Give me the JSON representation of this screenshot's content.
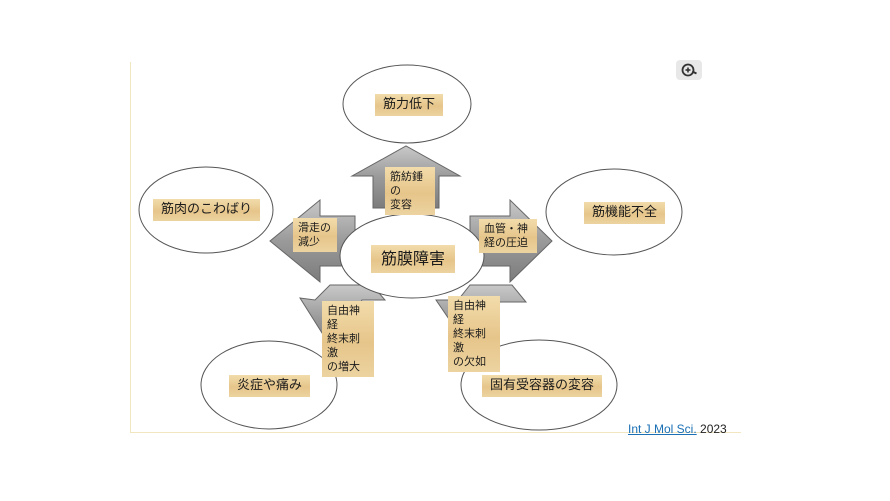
{
  "diagram": {
    "center": "筋膜障害",
    "outcomes": {
      "top": "筋力低下",
      "left": "筋肉のこわばり",
      "right": "筋機能不全",
      "bottom_left": "炎症や痛み",
      "bottom_right": "固有受容器の変容"
    },
    "mechanisms": {
      "top": [
        "筋紡錘の",
        "変容"
      ],
      "left": [
        "滑走の",
        "減少"
      ],
      "right": [
        "血管・神",
        "経の圧迫"
      ],
      "bottom_left": [
        "自由神経",
        "終末刺激",
        "の増大"
      ],
      "bottom_right": [
        "自由神経",
        "終末刺激",
        "の欠如"
      ]
    }
  },
  "citation": {
    "journal": "Int J Mol Sci.",
    "year": "2023"
  },
  "colors": {
    "arrow_fill": "#9a9a9a",
    "label_fill": "#e8c98f",
    "link": "#1a6fb5"
  },
  "icons": {
    "zoom": "zoom-icon"
  }
}
